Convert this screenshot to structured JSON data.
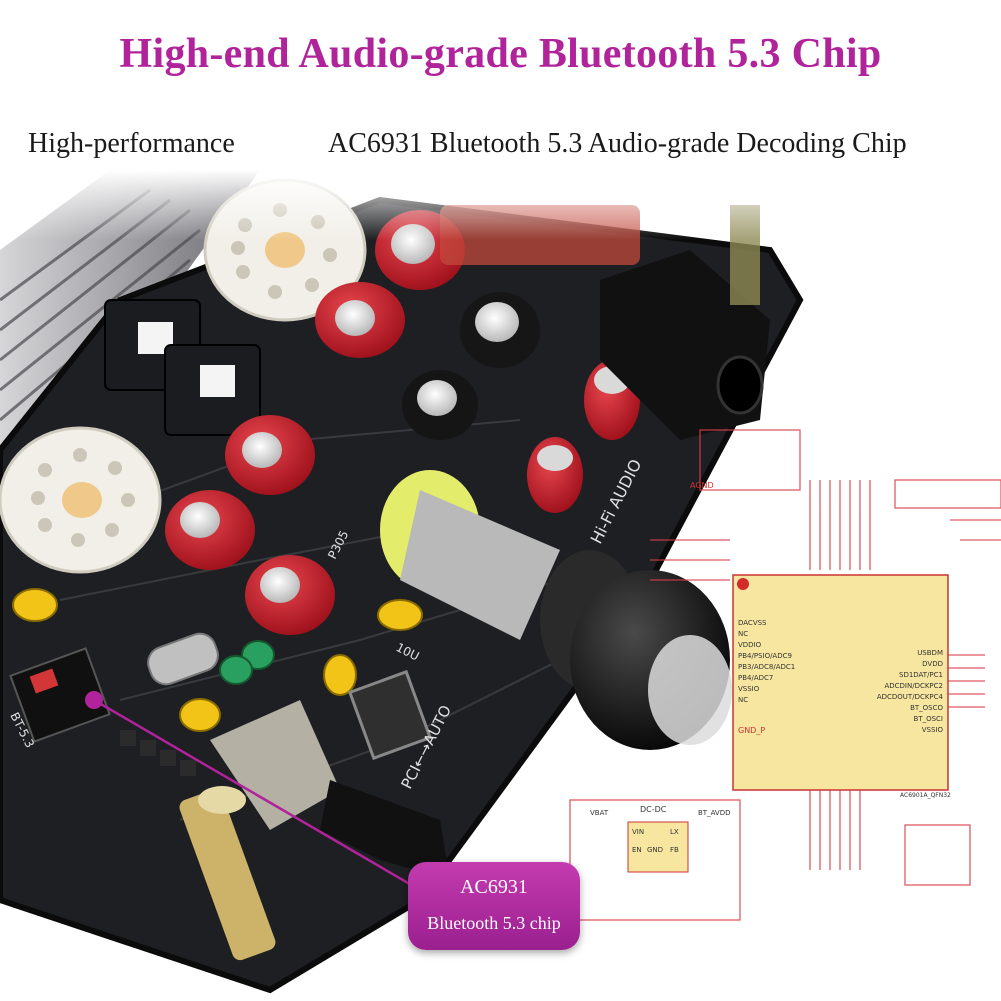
{
  "header": {
    "title": "High-end Audio-grade Bluetooth 5.3 Chip",
    "subtitle_left": "High-performance",
    "subtitle_right": "AC6931 Bluetooth 5.3 Audio-grade Decoding Chip"
  },
  "callout": {
    "line1": "AC6931",
    "line2": "Bluetooth 5.3 chip"
  },
  "board_labels": {
    "hifi": "Hi-Fi AUDIO",
    "pci_auto": "PCI←→AUTO",
    "bt": "BT-5.3",
    "p305": "P305",
    "tone": "10U"
  },
  "schematic": {
    "chip_part": "AC6901A_QFN32",
    "dcdc_title": "DC-DC",
    "vin": "VIN",
    "lx": "LX",
    "en": "EN",
    "gnd": "GND",
    "fb": "FB",
    "vbat": "VBAT",
    "avdd": "BT_AVDD",
    "ic_pins_left": [
      "DACVSS",
      "NC",
      "VDDIO",
      "PB4/PSIO/ADC9",
      "PB3/ADC8/ADC1",
      "PB4/ADC7",
      "VSSIO",
      "NC"
    ],
    "ic_pins_right": [
      "USBDM",
      "DVDD",
      "SD1DAT/PC1",
      "ADCDIN/DCKPC2",
      "ADCDOUT/DCKPC4",
      "BT_OSCO",
      "BT_OSCI",
      "VSSIO"
    ],
    "agnd": "AGND",
    "gnd_p": "GND_P"
  },
  "colors": {
    "headline": "#b0239a",
    "callout_bg": "#b22fa4",
    "schematic_line": "#d8404a",
    "chip_fill": "#f7e6a0",
    "pcb": "#1e1f22"
  }
}
